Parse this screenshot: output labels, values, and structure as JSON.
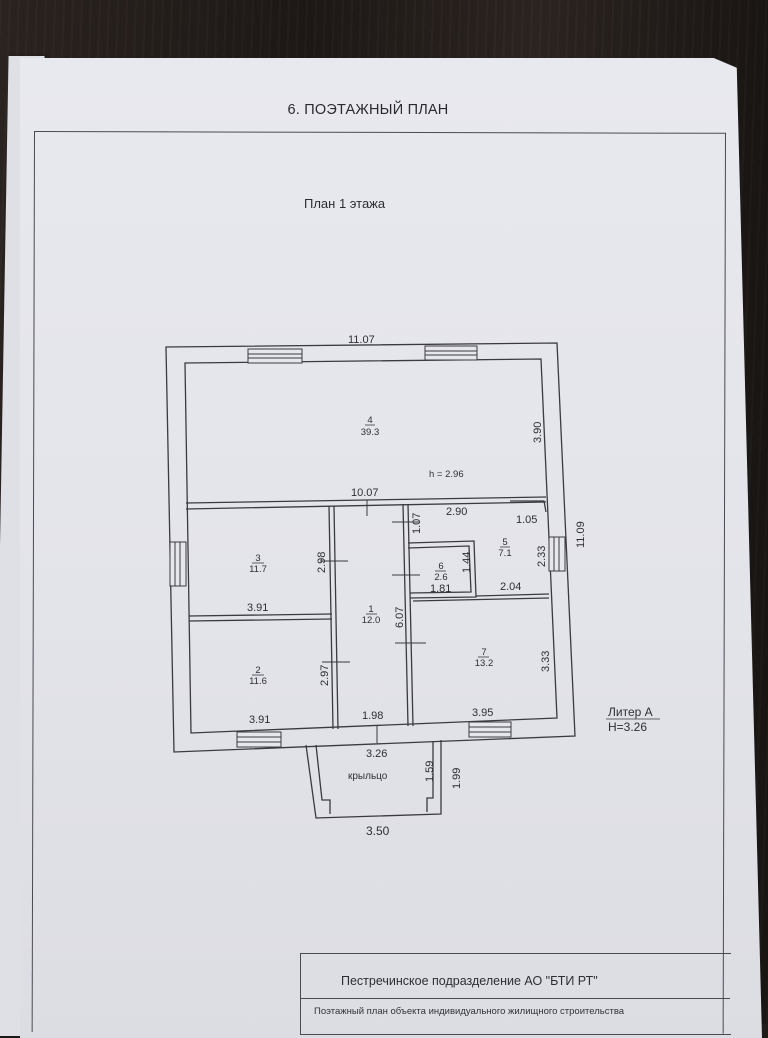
{
  "document": {
    "heading": "6. ПОЭТАЖНЫЙ ПЛАН",
    "plan_title": "План 1 этажа"
  },
  "plan": {
    "dimensions": {
      "top_width": "11.07",
      "inner_width": "10.07",
      "right_height": "11.09",
      "room4_height": "3.90",
      "ceiling_height": "h = 2.96",
      "room3_width": "3.91",
      "room3_height": "2.98",
      "room2_width": "3.91",
      "room2_height": "2.97",
      "corridor_width": "1.98",
      "corridor_height": "6.07",
      "corridor_top": "1.07",
      "room5_width": "2.90",
      "room5_niche": "1.05",
      "room5_height": "2.33",
      "room6_width": "1.81",
      "room6_height": "1.44",
      "room5_bottom": "2.04",
      "room7_width": "3.95",
      "room7_height": "3.33",
      "porch_inner_width": "3.26",
      "porch_inner_depth": "1.59",
      "porch_outer_depth": "1.99",
      "porch_outer_width": "3.50"
    },
    "rooms": [
      {
        "number": "4",
        "area": "39.3"
      },
      {
        "number": "3",
        "area": "11.7"
      },
      {
        "number": "2",
        "area": "11.6"
      },
      {
        "number": "1",
        "area": "12.0"
      },
      {
        "number": "5",
        "area": "7.1"
      },
      {
        "number": "6",
        "area": "2.6"
      },
      {
        "number": "7",
        "area": "13.2"
      }
    ],
    "porch_label": "крыльцо",
    "liter": "Литер А",
    "liter_height": "H=3.26"
  },
  "stamp": {
    "organization": "Пестречинское подразделение АО \"БТИ РТ\"",
    "description": "Поэтажный план объекта индивидуального жилищного строительства"
  },
  "colors": {
    "paper": "#e5e6eb",
    "ink": "#3a3a40",
    "desk": "#221c1a"
  }
}
